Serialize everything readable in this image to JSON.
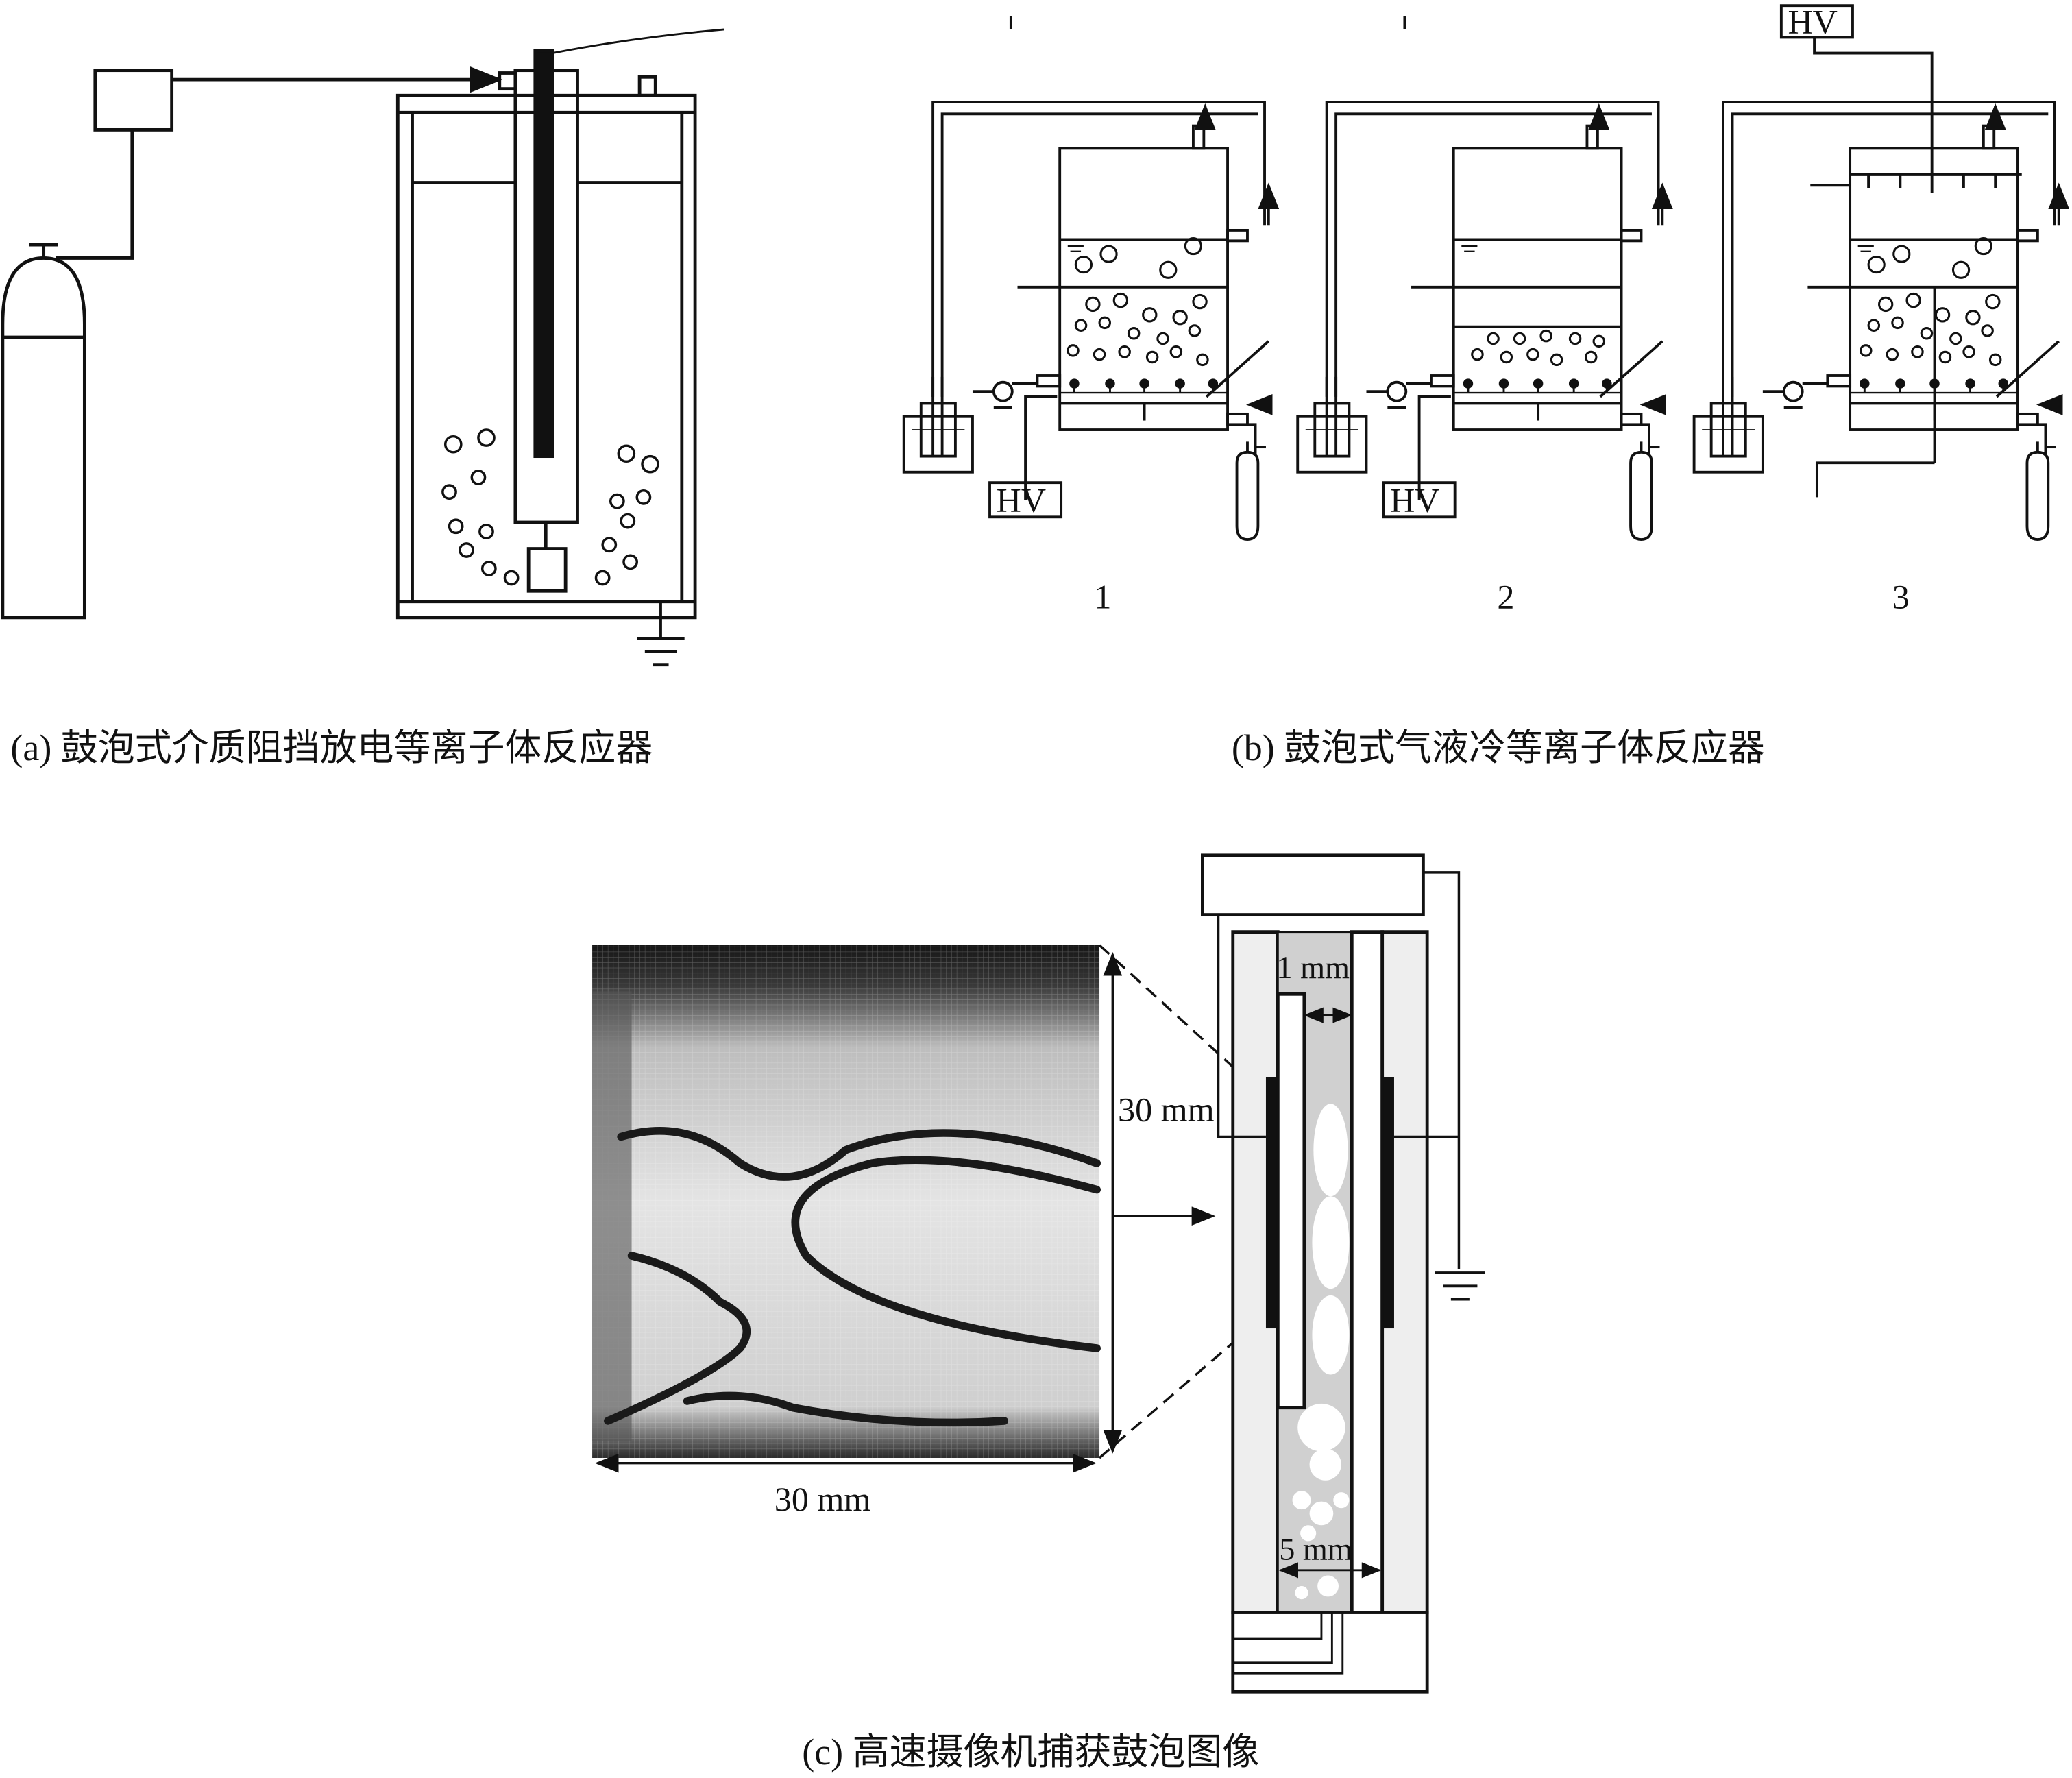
{
  "panel_a": {
    "caption": "(a) 鼓泡式介质阻挡放电等离子体反应器"
  },
  "panel_b": {
    "caption": "(b) 鼓泡式气液冷等离子体反应器",
    "units": [
      {
        "number": "1",
        "hv_label": "HV"
      },
      {
        "number": "2",
        "hv_label": "HV"
      },
      {
        "number": "3",
        "hv_label": "HV"
      }
    ]
  },
  "panel_c": {
    "caption": "(c) 高速摄像机捕获鼓泡图像",
    "photo_width_label": "30 mm",
    "photo_height_label": "30 mm",
    "gap_label": "1 mm",
    "channel_label": "5 mm"
  }
}
